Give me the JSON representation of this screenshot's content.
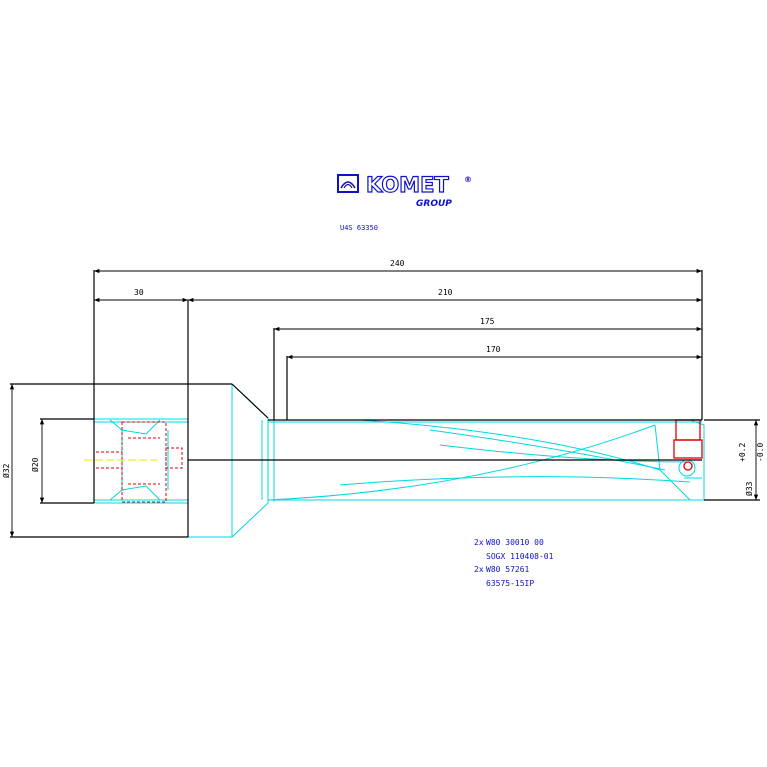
{
  "colors": {
    "background": "#ffffff",
    "outline": "#000000",
    "tool_body": "#00d8e0",
    "hidden_parts": "#e00000",
    "centerline": "#e8e800",
    "brand": "#1010c8"
  },
  "logo": {
    "icon": "komet-logo-icon",
    "name": "KOMET",
    "registered": "®",
    "subtitle": "GROUP"
  },
  "drawing_code": "U4S 63350",
  "dimensions": {
    "overall_length": "240",
    "shank_length": "30",
    "body_length": "210",
    "drill_depth_1": "175",
    "drill_depth_2": "170",
    "shank_diameter": "Ø32",
    "bore_diameter": "Ø20",
    "drill_diameter": "Ø33",
    "tolerance_upper": "+0.2",
    "tolerance_lower": "-0.0"
  },
  "parts": [
    {
      "qty": "2x",
      "code": "W80 30010 00",
      "desc": "SOGX 110408-01"
    },
    {
      "qty": "2x",
      "code": "W80 57261",
      "desc": "63575-15IP"
    }
  ]
}
